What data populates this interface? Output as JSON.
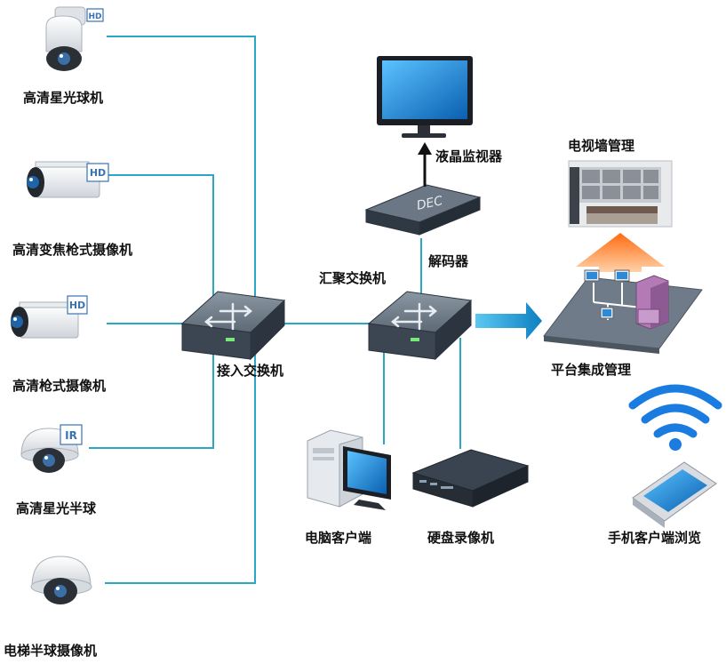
{
  "colors": {
    "link": "#2aa6c6",
    "switch_body": "#3b4652",
    "screen": "#1e88d8",
    "arrow": "#1a9ad6",
    "upload_arrow": "#ff7a1a",
    "wifi": "#1a7be0"
  },
  "cameras": [
    {
      "label": "高清星光球机",
      "badge": "HD",
      "icon": "dome-ptz-camera-icon"
    },
    {
      "label": "高清变焦枪式摄像机",
      "badge": "HD",
      "icon": "bullet-camera-icon"
    },
    {
      "label": "高清枪式摄像机",
      "badge": "HD",
      "icon": "bullet-camera-icon"
    },
    {
      "label": "高清星光半球",
      "badge": "IR",
      "icon": "half-dome-camera-icon"
    },
    {
      "label": "电梯半球摄像机",
      "badge": "",
      "icon": "half-dome-camera-icon"
    }
  ],
  "access_switch": {
    "label": "接入交换机",
    "icon": "switch-icon"
  },
  "core_switch": {
    "label": "汇聚交换机",
    "icon": "switch-icon"
  },
  "decoder": {
    "label": "解码器",
    "device_text": "DEC",
    "icon": "decoder-icon"
  },
  "monitor": {
    "label": "液晶监视器",
    "icon": "lcd-monitor-icon"
  },
  "video_wall": {
    "label": "电视墙管理",
    "icon": "video-wall-icon"
  },
  "platform": {
    "label": "平台集成管理",
    "icon": "platform-network-icon"
  },
  "pc_client": {
    "label": "电脑客户端",
    "icon": "desktop-pc-icon"
  },
  "nvr": {
    "label": "硬盘录像机",
    "icon": "nvr-icon"
  },
  "mobile": {
    "label": "手机客户端浏览",
    "icon": "smartphone-wifi-icon"
  }
}
